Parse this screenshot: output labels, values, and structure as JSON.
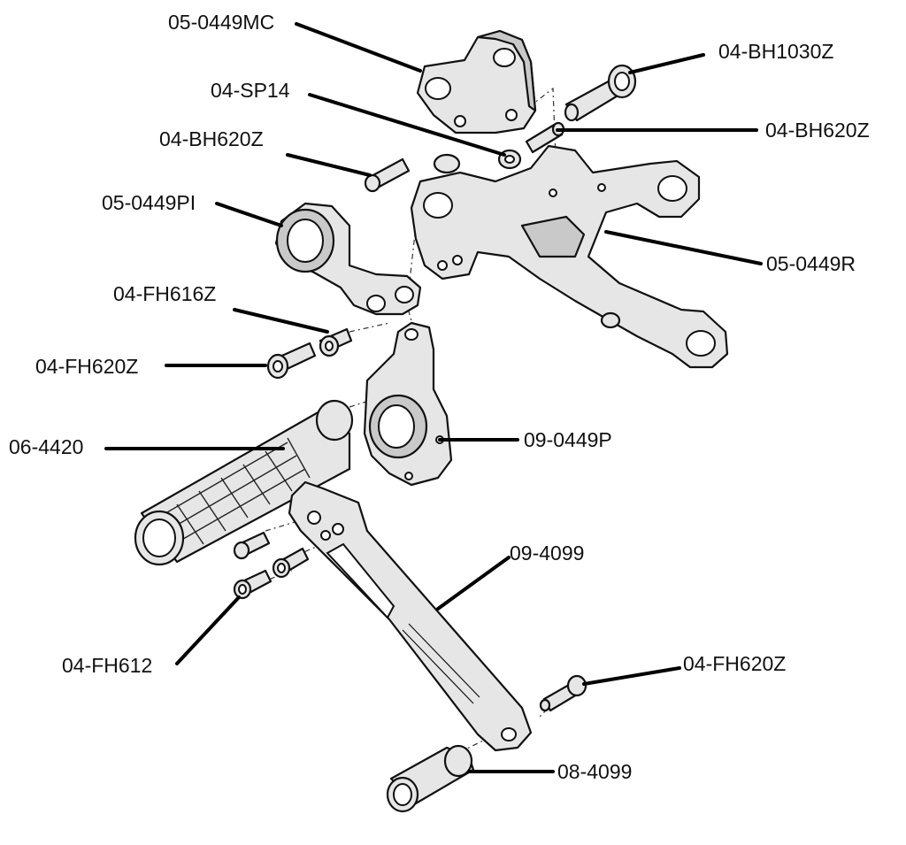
{
  "diagram": {
    "labels": {
      "p05_0449MC": "05-0449MC",
      "p04_SP14": "04-SP14",
      "p04_BH620Z_left": "04-BH620Z",
      "p05_0449PI": "05-0449PI",
      "p04_FH616Z": "04-FH616Z",
      "p04_FH620Z_left": "04-FH620Z",
      "p06_4420": "06-4420",
      "p04_FH612": "04-FH612",
      "p04_BH1030Z": "04-BH1030Z",
      "p04_BH620Z_right": "04-BH620Z",
      "p05_0449R": "05-0449R",
      "p09_0449P": "09-0449P",
      "p09_4099": "09-4099",
      "p04_FH620Z_right": "04-FH620Z",
      "p08_4099": "08-4099"
    }
  }
}
